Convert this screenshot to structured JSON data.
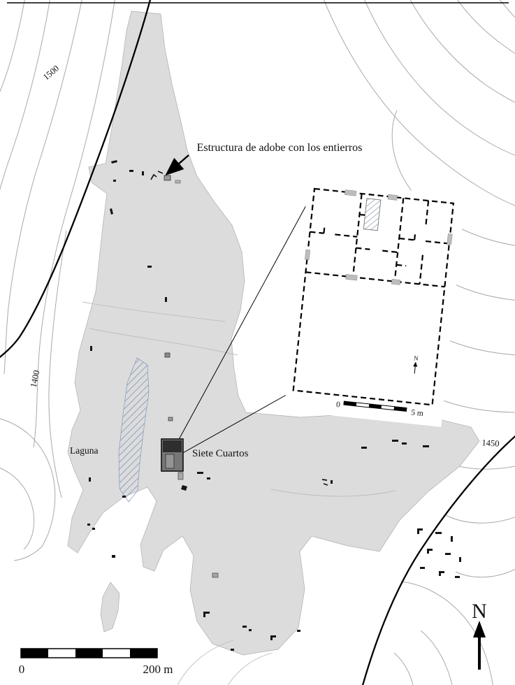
{
  "map": {
    "annotation": {
      "adobe_structure": "Estructura de adobe con los entierros"
    },
    "labels": {
      "laguna": "Laguna",
      "siete_cuartos": "Siete Cuartos"
    },
    "contour_labels": {
      "c1500": "1500",
      "c1400": "1400",
      "c1450": "1450"
    },
    "scale_bar": {
      "zero": "0",
      "end": "200 m"
    },
    "inset_plan": {
      "scale_zero": "0",
      "scale_end": "5 m",
      "north": "N"
    },
    "north_arrow": {
      "label": "N"
    },
    "colors": {
      "site_fill": "#dcdcdc",
      "contour": "#a9a9a9",
      "lagoon_hatch": "#7d93b8",
      "structure_dark": "#2e2e2e"
    }
  }
}
